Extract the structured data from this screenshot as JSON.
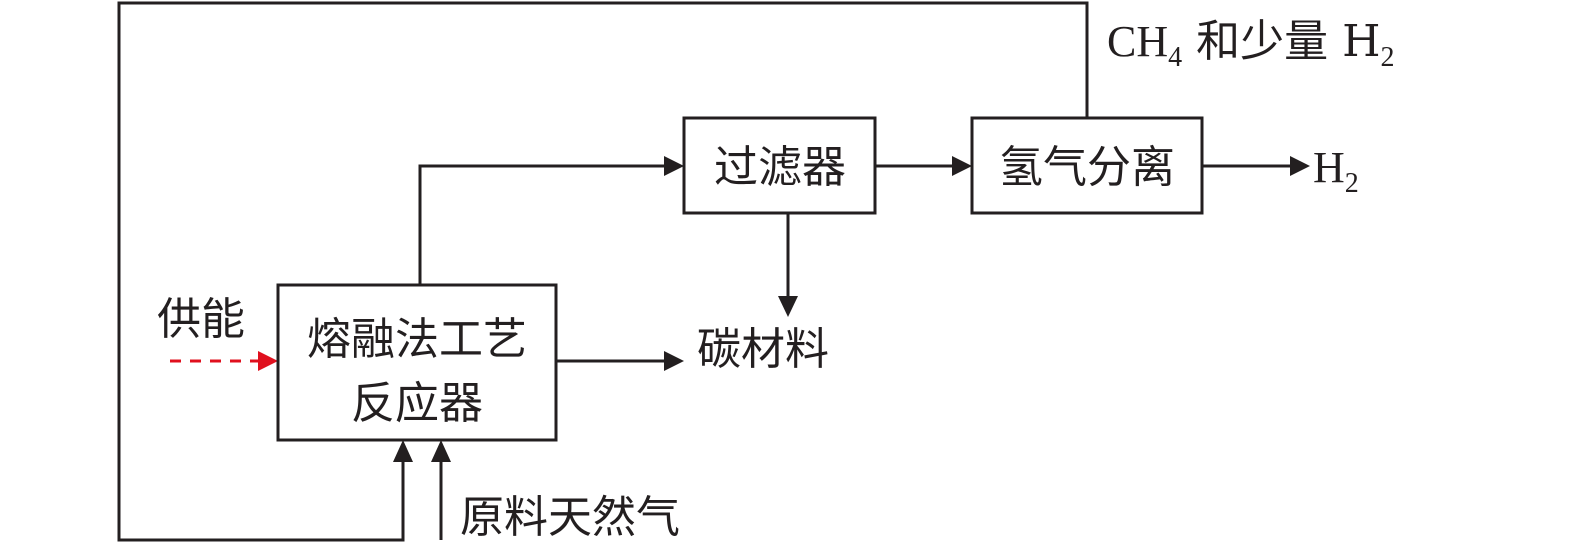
{
  "nodes": {
    "reactor": {
      "line1": "熔融法工艺",
      "line2": "反应器"
    },
    "filter": {
      "label": "过滤器"
    },
    "separator": {
      "label": "氢气分离"
    }
  },
  "labels": {
    "energy": "供能",
    "feed": "原料天然气",
    "carbon": "碳材料",
    "recycle_main": "CH",
    "recycle_sub4": "4",
    "recycle_mid": " 和少量 H",
    "recycle_sub2": "2",
    "h2_main": "H",
    "h2_sub": "2"
  },
  "colors": {
    "line": "#231f20",
    "energy_arrow": "#e0101e"
  }
}
